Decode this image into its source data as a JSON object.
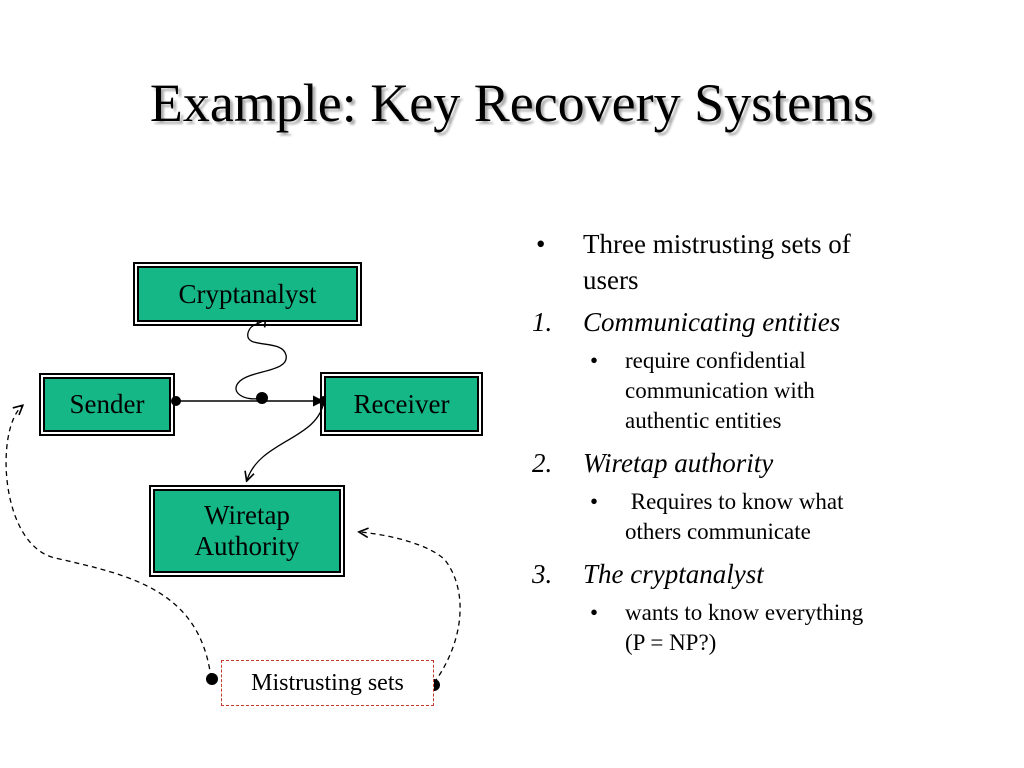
{
  "title": "Example: Key Recovery Systems",
  "diagram": {
    "nodes": {
      "cryptanalyst": "Cryptanalyst",
      "sender": "Sender",
      "receiver": "Receiver",
      "wiretap_line1": "Wiretap",
      "wiretap_line2": "Authority"
    },
    "mistrust_label": "Mistrusting sets"
  },
  "bullets": [
    {
      "marker": "•",
      "text_line1": "Three mistrusting sets of",
      "text_line2": "users"
    },
    {
      "marker": "1.",
      "text": "Communicating entities",
      "sub": {
        "marker": "•",
        "lines": [
          "require confidential",
          "communication with",
          "authentic entities"
        ]
      }
    },
    {
      "marker": "2.",
      "text": "Wiretap authority",
      "sub": {
        "marker": "•",
        "lines": [
          " Requires to know what",
          "others communicate"
        ]
      }
    },
    {
      "marker": "3.",
      "text": "The cryptanalyst",
      "sub": {
        "marker": "•",
        "lines": [
          "wants to know everything",
          "(P = NP?)"
        ]
      }
    }
  ]
}
